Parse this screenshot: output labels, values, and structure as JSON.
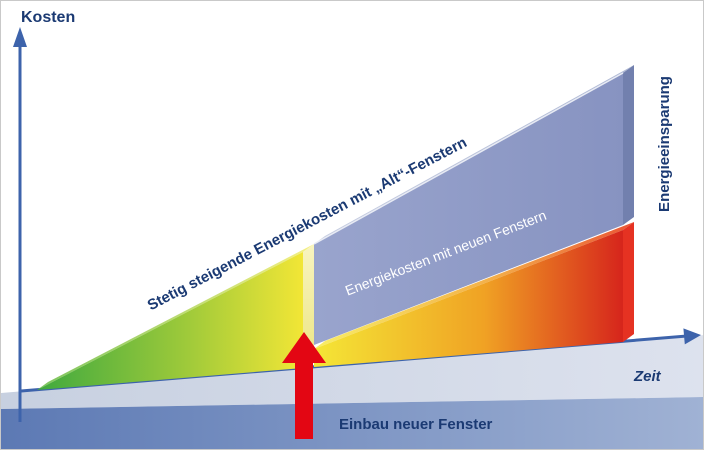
{
  "axes": {
    "y_label": "Kosten",
    "x_label": "Zeit"
  },
  "annotations": {
    "old_windows": "Stetig steigende Energiekosten mit „Alt“-Fenstern",
    "new_windows": "Energiekosten mit neuen Fenstern",
    "savings": "Energieeinsparung",
    "event": "Einbau neuer Fenster"
  },
  "colors": {
    "text_navy": "#1b3a73",
    "axis_blue": "#3d63ab",
    "event_arrow_red": "#e30613",
    "old_cost_wedge_start": "#3fa93f",
    "old_cost_wedge_end": "#f2e636",
    "new_cost_wedge_start": "#f4e636",
    "new_cost_wedge_mid": "#f0a224",
    "new_cost_wedge_end": "#d6251c",
    "savings_band": "#8d99c6",
    "ground_band": "#c7d0e0",
    "footer_band": "#5c79b4"
  }
}
